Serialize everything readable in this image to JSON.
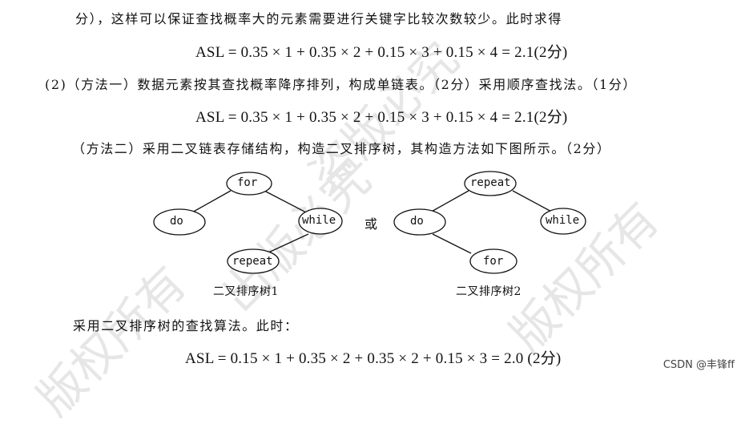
{
  "watermarks": [
    "出版必究",
    "版权所有",
    "盗版必究",
    "版权所有"
  ],
  "lines": {
    "l1": "分），这样可以保证查找概率大的元素需要进行关键字比较次数较少。此时求得",
    "f1": "ASL = 0.35 × 1 + 0.35 × 2 + 0.15 × 3 + 0.15 × 4 = 2.1(2分)",
    "l2": "(2)（方法一）数据元素按其查找概率降序排列，构成单链表。（2分）采用顺序查找法。（1分）",
    "f2": "ASL = 0.35 × 1 + 0.35 × 2 + 0.15 × 3 + 0.15 × 4 = 2.1(2分)",
    "l3": "（方法二）采用二叉链表存储结构，构造二叉排序树，其构造方法如下图所示。（2分）",
    "l4": "采用二叉排序树的查找算法。此时：",
    "f3": "ASL = 0.15 × 1 + 0.35 × 2 + 0.35 × 2 + 0.15 × 3 = 2.0    (2分)"
  },
  "trees": {
    "t1": {
      "root": "for",
      "left": "do",
      "right": "while",
      "right_left": "repeat",
      "caption": "二叉排序树1"
    },
    "or_label": "或",
    "t2": {
      "root": "repeat",
      "left": "do",
      "right": "while",
      "left_right": "for",
      "caption": "二叉排序树2"
    }
  },
  "credit": "CSDN @丰锋ff"
}
